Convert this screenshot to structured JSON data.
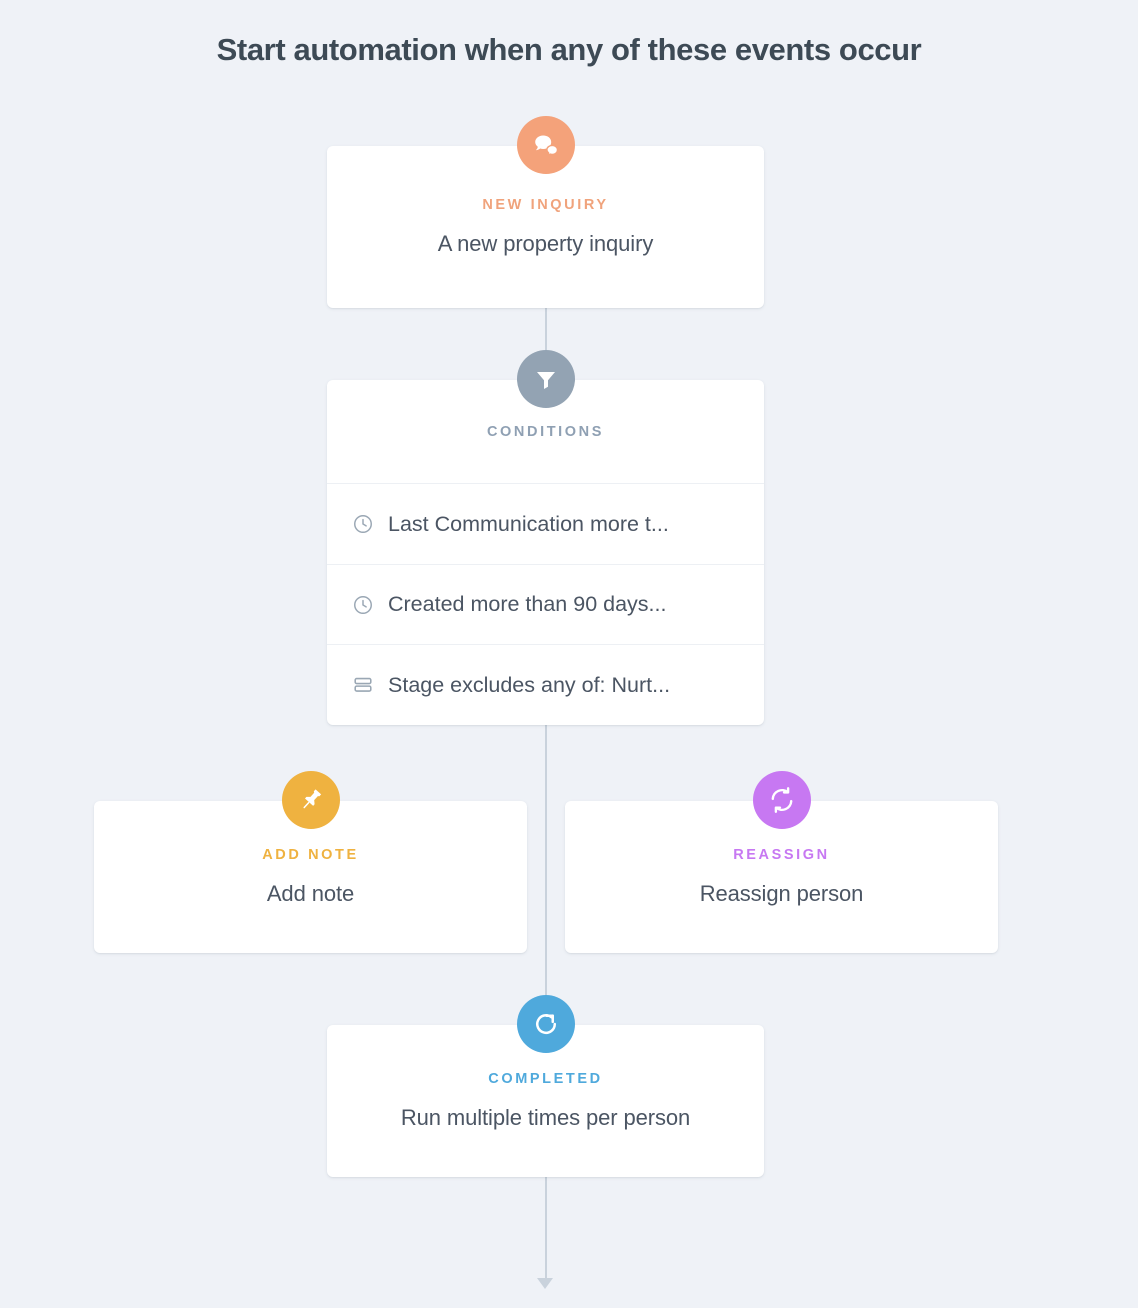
{
  "page": {
    "title": "Start automation when any of these events occur",
    "background_color": "#eff2f7",
    "connector_color": "#c9d2dc"
  },
  "nodes": {
    "trigger": {
      "kicker": "NEW INQUIRY",
      "text": "A new property inquiry",
      "icon": "chat-bubbles-icon",
      "accent_color": "#f0a37c",
      "badge_color": "#f4a27a"
    },
    "conditions": {
      "kicker": "CONDITIONS",
      "icon": "funnel-icon",
      "accent_color": "#8fa0b3",
      "badge_color": "#93a3b3",
      "rows": [
        {
          "icon": "clock-icon",
          "label": "Last Communication more t..."
        },
        {
          "icon": "clock-icon",
          "label": "Created more than 90 days..."
        },
        {
          "icon": "stacked-rows-icon",
          "label": "Stage excludes any of: Nurt..."
        }
      ]
    },
    "add_note": {
      "kicker": "ADD NOTE",
      "text": "Add note",
      "icon": "pushpin-icon",
      "accent_color": "#efb240",
      "badge_color": "#efb240"
    },
    "reassign": {
      "kicker": "REASSIGN",
      "text": "Reassign person",
      "icon": "refresh-sync-icon",
      "accent_color": "#c778f2",
      "badge_color": "#c778f2"
    },
    "completed": {
      "kicker": "COMPLETED",
      "text": "Run multiple times per person",
      "icon": "repeat-arrow-icon",
      "accent_color": "#4fa9dc",
      "badge_color": "#4fa9dc"
    }
  }
}
